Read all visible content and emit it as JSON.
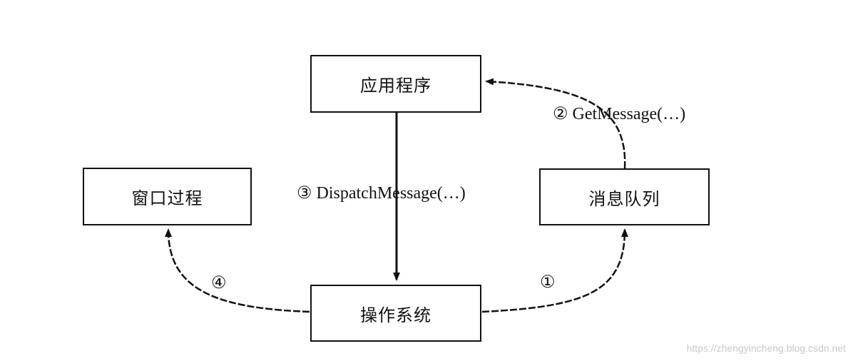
{
  "nodes": {
    "app": "应用程序",
    "window_proc": "窗口过程",
    "msg_queue": "消息队列",
    "os": "操作系统"
  },
  "edges": {
    "step1": "①",
    "step2": "② GetMessage(…)",
    "step3": "③ DispatchMessage(…)",
    "step4": "④"
  },
  "watermark": "https://zhengyincheng.blog.csdn.net",
  "colors": {
    "line": "#111111",
    "box_border": "#111111",
    "watermark": "#c9c9c9"
  }
}
